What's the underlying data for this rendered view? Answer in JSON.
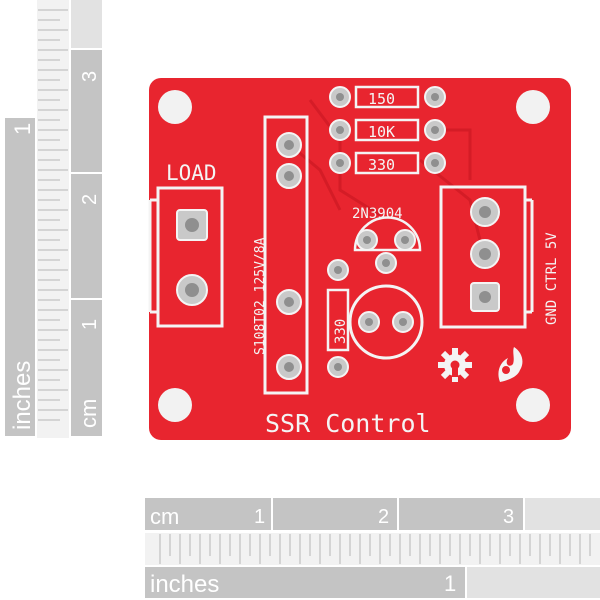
{
  "board": {
    "title": "SSR Control",
    "load_label": "LOAD",
    "relay_label": "S108T02 125V/8A",
    "transistor_label": "2N3904",
    "resistors": [
      "150",
      "10K",
      "330"
    ],
    "side_resistor": "330",
    "ctrl_label": "GND CTRL 5V"
  },
  "rulers": {
    "left_cm_label": "cm",
    "left_inches_label": "inches",
    "left_cm_ticks": [
      "1",
      "2",
      "3"
    ],
    "left_inch_ticks": [
      "1"
    ],
    "bottom_cm_label": "cm",
    "bottom_inches_label": "inches",
    "bottom_cm_ticks": [
      "1",
      "2",
      "3"
    ],
    "bottom_inch_ticks": [
      "1"
    ]
  },
  "colors": {
    "board_red": "#e8252f",
    "silkscreen": "#f4f4f4",
    "pad_silver": "#bdbdbd",
    "ruler_dark": "#bfbfbf",
    "ruler_light": "#e0e0e0"
  }
}
